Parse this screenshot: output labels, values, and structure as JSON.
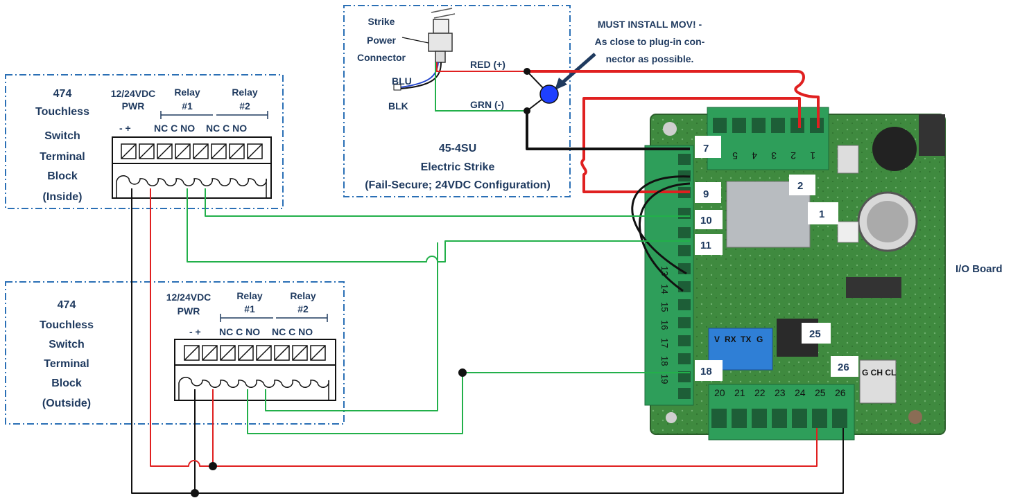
{
  "colors": {
    "label": "#1f3a5f",
    "red_wire": "#e02020",
    "green_wire": "#22b04a",
    "black_wire": "#111111",
    "blue_wire": "#2244cc",
    "dashed_box": "#2a6fb5",
    "board_green": "#3d8b3d",
    "terminal_green": "#2e8b57",
    "mov_blue": "#1e40ff"
  },
  "inside_block": {
    "title": [
      "474",
      "Touchless",
      "Switch",
      "Terminal",
      "Block",
      "(Inside)"
    ],
    "pwr_label": [
      "12/24VDC",
      "PWR"
    ],
    "relay1_label": [
      "Relay",
      "#1"
    ],
    "relay2_label": [
      "Relay",
      "#2"
    ],
    "pins_left": "- +",
    "pins_relay1": "NC C NO",
    "pins_relay2": "NC C NO"
  },
  "outside_block": {
    "title": [
      "474",
      "Touchless",
      "Switch",
      "Terminal",
      "Block",
      "(Outside)"
    ],
    "pwr_label": [
      "12/24VDC",
      "PWR"
    ],
    "relay1_label": [
      "Relay",
      "#1"
    ],
    "relay2_label": [
      "Relay",
      "#2"
    ],
    "pins_left": "- +",
    "pins_relay1": "NC C NO",
    "pins_relay2": "NC C NO"
  },
  "strike": {
    "connector_label": [
      "Strike",
      "Power",
      "Connector"
    ],
    "blu": "BLU",
    "blk": "BLK",
    "red": "RED (+)",
    "grn": "GRN (-)",
    "model": "45-4SU",
    "name": "Electric Strike",
    "config": "(Fail-Secure; 24VDC Configuration)"
  },
  "mov_note": [
    "MUST INSTALL MOV! -",
    "As close to plug-in con-",
    "nector as possible."
  ],
  "board": {
    "label": "I/O Board",
    "terminal_tags": [
      "7",
      "9",
      "10",
      "11",
      "18",
      "2",
      "1",
      "25",
      "26"
    ],
    "top_pins": [
      "5",
      "4",
      "3",
      "2",
      "1"
    ],
    "side_pins": [
      "13",
      "14",
      "15",
      "16",
      "17",
      "18",
      "19"
    ],
    "bottom_pins": [
      "20",
      "21",
      "22",
      "23",
      "24",
      "25",
      "26"
    ],
    "blue_pins": [
      "V",
      "RX",
      "TX",
      "G"
    ],
    "gch_label": "G CH CL"
  }
}
